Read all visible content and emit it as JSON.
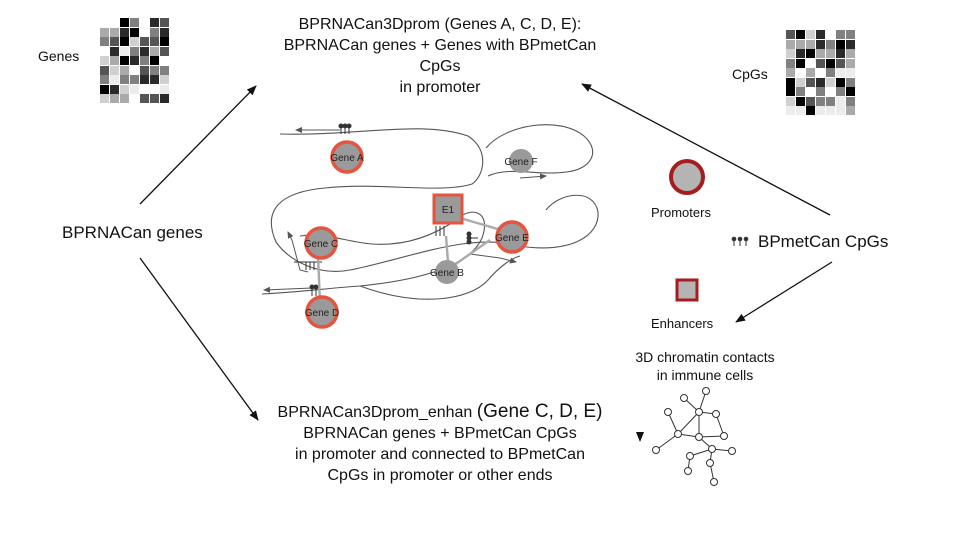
{
  "labels": {
    "genes": "Genes",
    "cpgs": "CpGs",
    "bprnacan_genes": "BPRNACan genes",
    "bpmetcan_cpgs": "BPmetCan CpGs",
    "promoters": "Promoters",
    "enhancers": "Enhancers",
    "chromatin_line1": "3D chromatin contacts",
    "chromatin_line2": "in immune cells"
  },
  "top_box": {
    "line1": "BPRNACan3Dprom (Genes A, C, D, E):",
    "line2": "BPRNACan genes + Genes with BPmetCan",
    "line3": "CpGs",
    "line4": "in promoter"
  },
  "bottom_box": {
    "title_a": "BPRNACan3Dprom_enhan",
    "title_b": "(Gene C, D, E)",
    "line2": "BPRNACan genes + BPmetCan CpGs",
    "line3": "in promoter and connected to BPmetCan",
    "line4": "CpGs in promoter or other ends"
  },
  "nodes": {
    "gene_a": "Gene A",
    "gene_b": "Gene B",
    "gene_c": "Gene C",
    "gene_d": "Gene D",
    "gene_e": "Gene E",
    "gene_f": "Gene F",
    "e1": "E1"
  },
  "colors": {
    "promoter_ring": "#e4543f",
    "node_fill": "#9a9a9a",
    "legend_ring": "#a51d1d",
    "legend_fill": "#b4b4b4"
  }
}
